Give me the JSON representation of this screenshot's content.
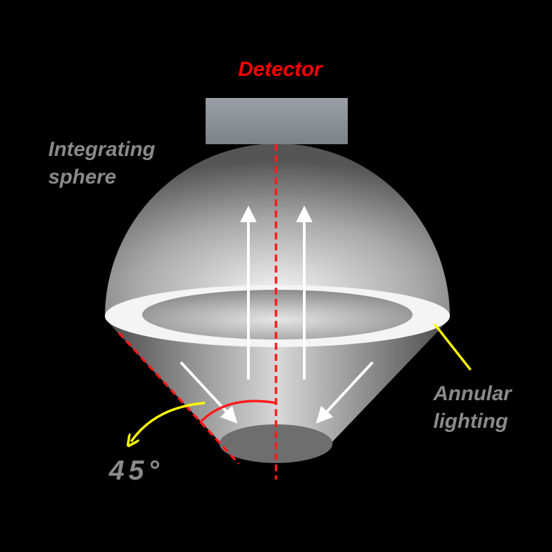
{
  "labels": {
    "detector": "Detector",
    "sphere_line1": "Integrating",
    "sphere_line2": "sphere",
    "annular_line1": "Annular",
    "annular_line2": "lighting",
    "angle": "45°"
  },
  "colors": {
    "background": "#000000",
    "detector_label": "#ff0000",
    "gray_label": "#8a8a8a",
    "axis": "#ff0000",
    "pointer": "#ffff00",
    "arrows": "#ffffff"
  }
}
